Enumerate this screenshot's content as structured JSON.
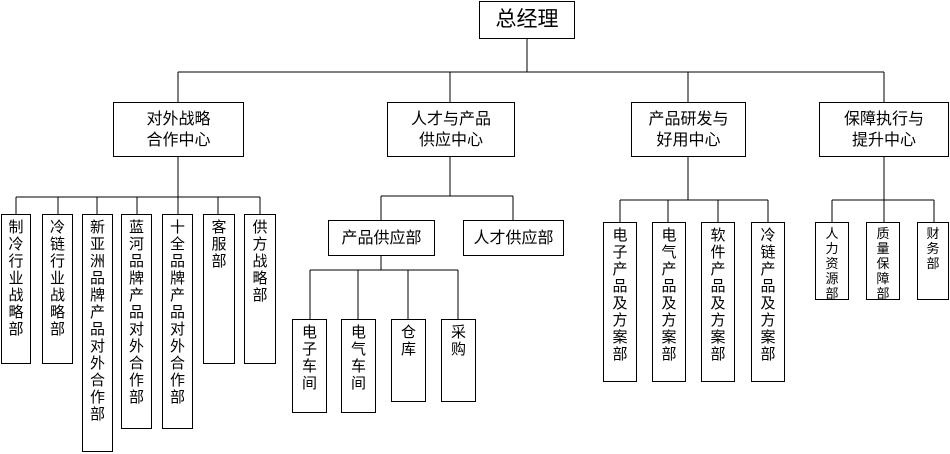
{
  "root": {
    "label": "总经理"
  },
  "centers": [
    {
      "label": "对外战略\n合作中心"
    },
    {
      "label": "人才与产品\n供应中心"
    },
    {
      "label": "产品研发与\n好用中心"
    },
    {
      "label": "保障执行与\n提升中心"
    }
  ],
  "strategy_units": [
    {
      "label": "制冷行业战略部"
    },
    {
      "label": "冷链行业战略部"
    },
    {
      "label": "新亚洲品牌产品对外合作部"
    },
    {
      "label": "蓝河品牌产品对外合作部"
    },
    {
      "label": "十全品牌产品对外合作部"
    },
    {
      "label": "客服部"
    },
    {
      "label": "供方战略部"
    }
  ],
  "supply_depts": [
    {
      "label": "产品供应部"
    },
    {
      "label": "人才供应部"
    }
  ],
  "supply_units": [
    {
      "label": "电子车间"
    },
    {
      "label": "电气车间"
    },
    {
      "label": "仓库"
    },
    {
      "label": "采购"
    }
  ],
  "rd_units": [
    {
      "label": "电子产品及方案部"
    },
    {
      "label": "电气产品及方案部"
    },
    {
      "label": "软件产品及方案部"
    },
    {
      "label": "冷链产品及方案部"
    }
  ],
  "support_units": [
    {
      "label": "人力资源部"
    },
    {
      "label": "质量保障部"
    },
    {
      "label": "财务部"
    }
  ]
}
